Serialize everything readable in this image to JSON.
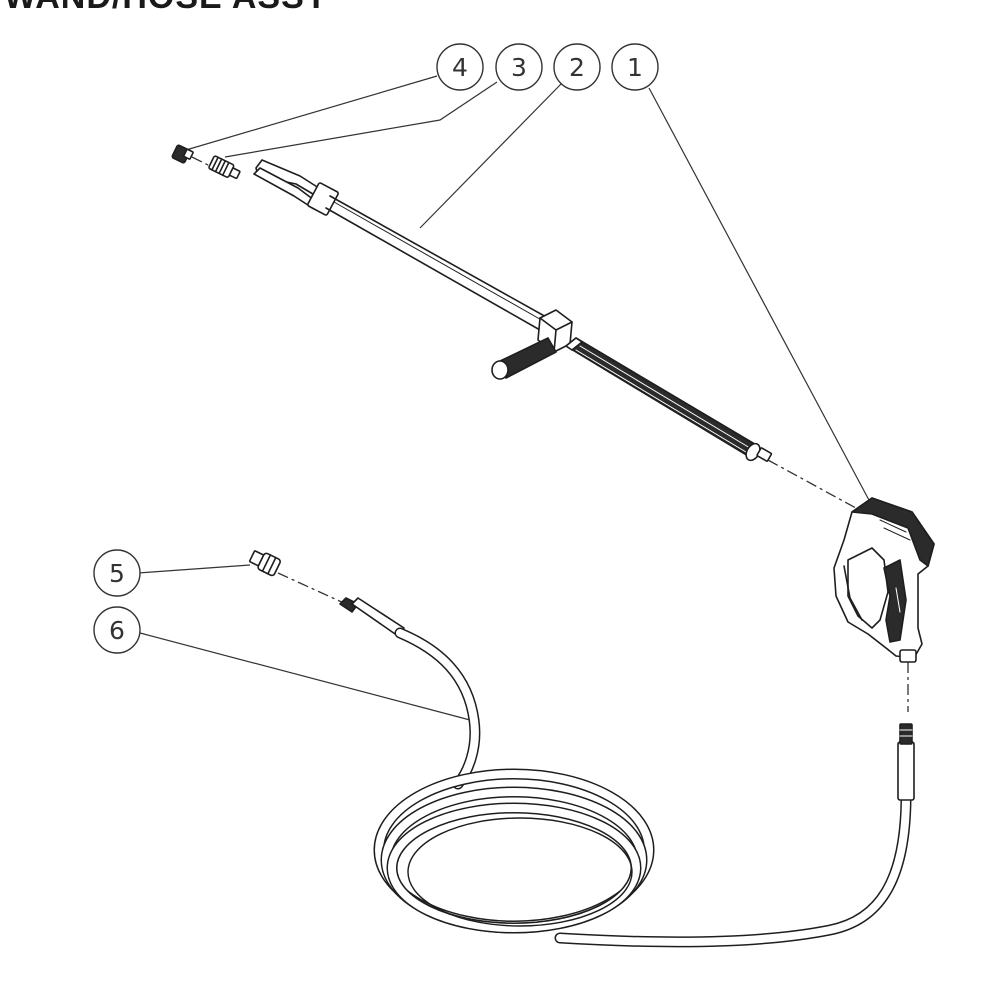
{
  "title": "WAND/HOSE ASSY",
  "colors": {
    "ink": "#1e1e1e",
    "background": "#ffffff",
    "grip": "#2b2b2b"
  },
  "callouts": [
    {
      "number": "1",
      "part": "trigger-gun"
    },
    {
      "number": "2",
      "part": "lance-wand"
    },
    {
      "number": "3",
      "part": "quick-connect-coupler"
    },
    {
      "number": "4",
      "part": "spray-nozzle"
    },
    {
      "number": "5",
      "part": "hose-fitting"
    },
    {
      "number": "6",
      "part": "high-pressure-hose"
    }
  ]
}
